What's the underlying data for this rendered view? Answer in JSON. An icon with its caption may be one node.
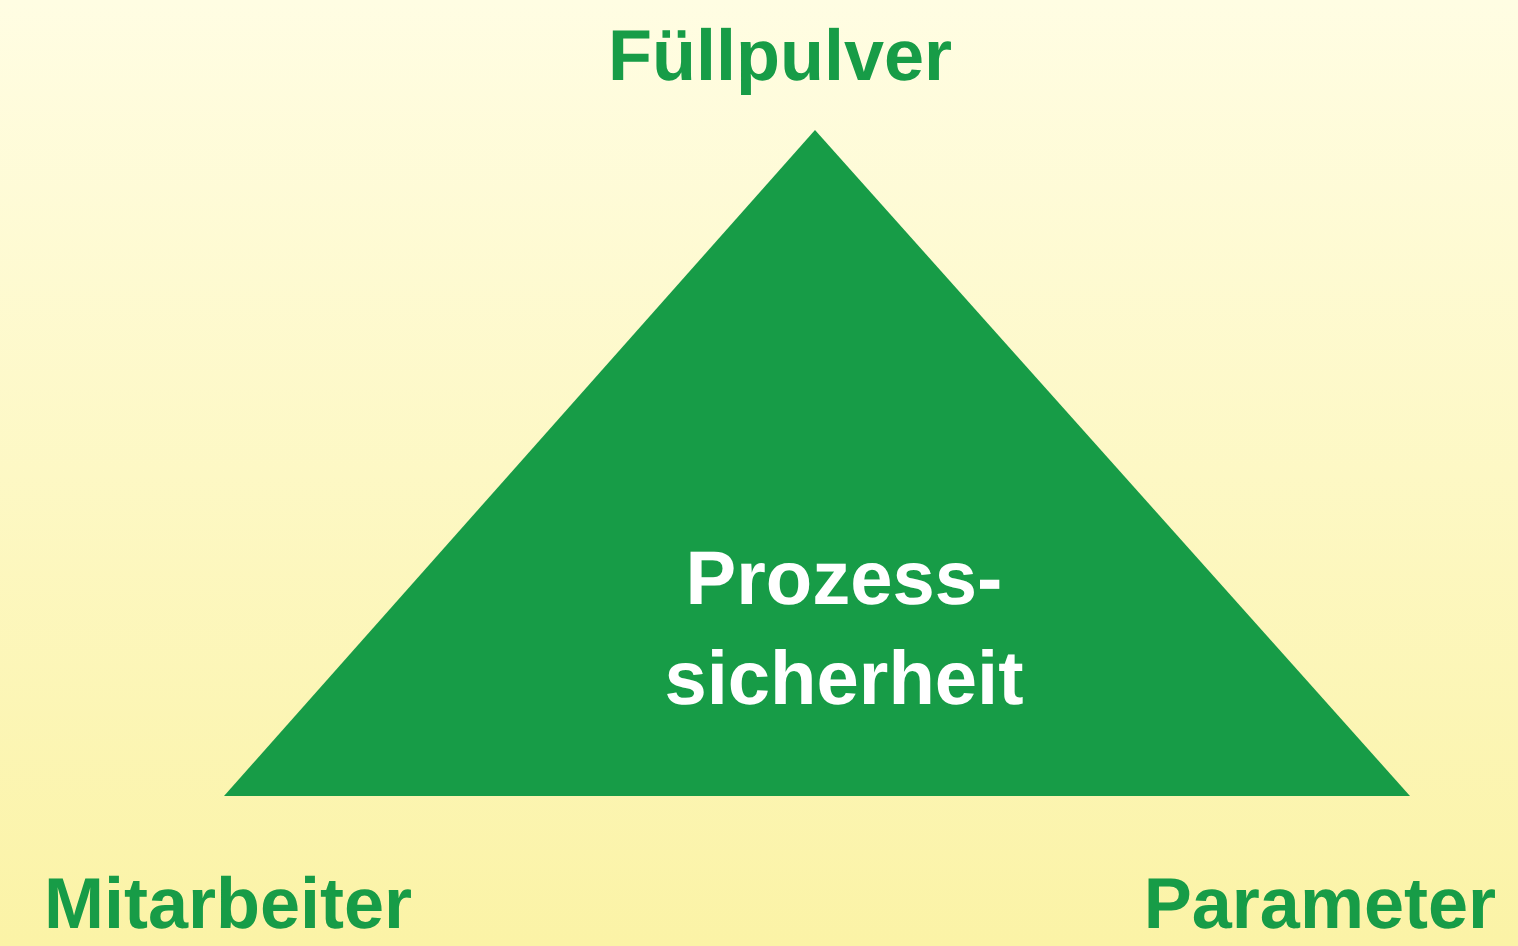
{
  "diagram": {
    "nodes": [
      {
        "text": [
          "Prozess- sicherheit"
        ]
      }
    ],
    "labels": [
      "Füllpulver",
      "Mitarbeiter",
      "Parameter"
    ]
  }
}
